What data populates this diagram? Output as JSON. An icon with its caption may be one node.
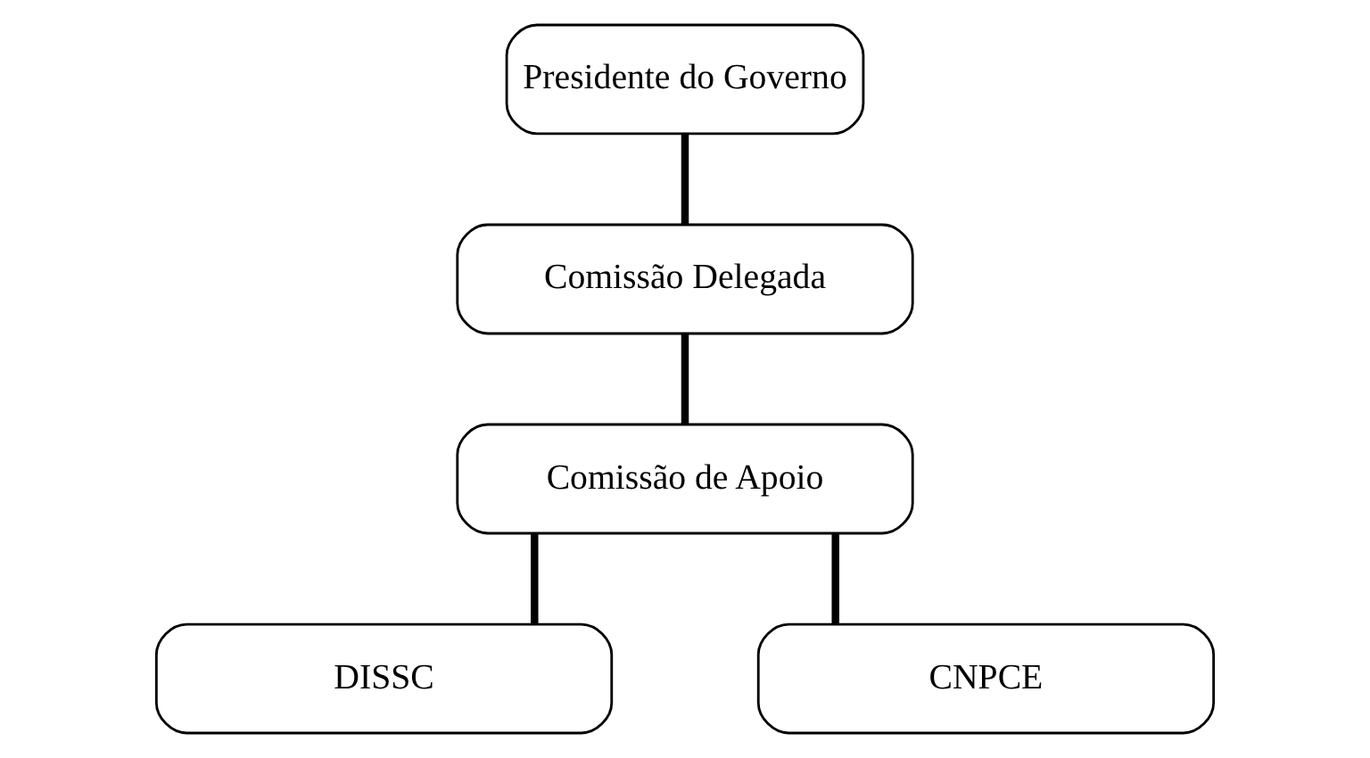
{
  "diagram": {
    "nodes": [
      {
        "text": [
          "Presidente do Governo"
        ]
      },
      {
        "text": [
          "Comissão Delegada"
        ]
      },
      {
        "text": [
          "Comissão de Apoio"
        ]
      },
      {
        "text": [
          "DISSC"
        ]
      },
      {
        "text": [
          "CNPCE"
        ]
      }
    ],
    "edges": [
      {
        "from": 0,
        "to": 1,
        "arrow": "none"
      },
      {
        "from": 1,
        "to": 2,
        "arrow": "none"
      },
      {
        "from": 2,
        "to": 3,
        "arrow": "none"
      },
      {
        "from": 2,
        "to": 4,
        "arrow": "none"
      }
    ]
  }
}
